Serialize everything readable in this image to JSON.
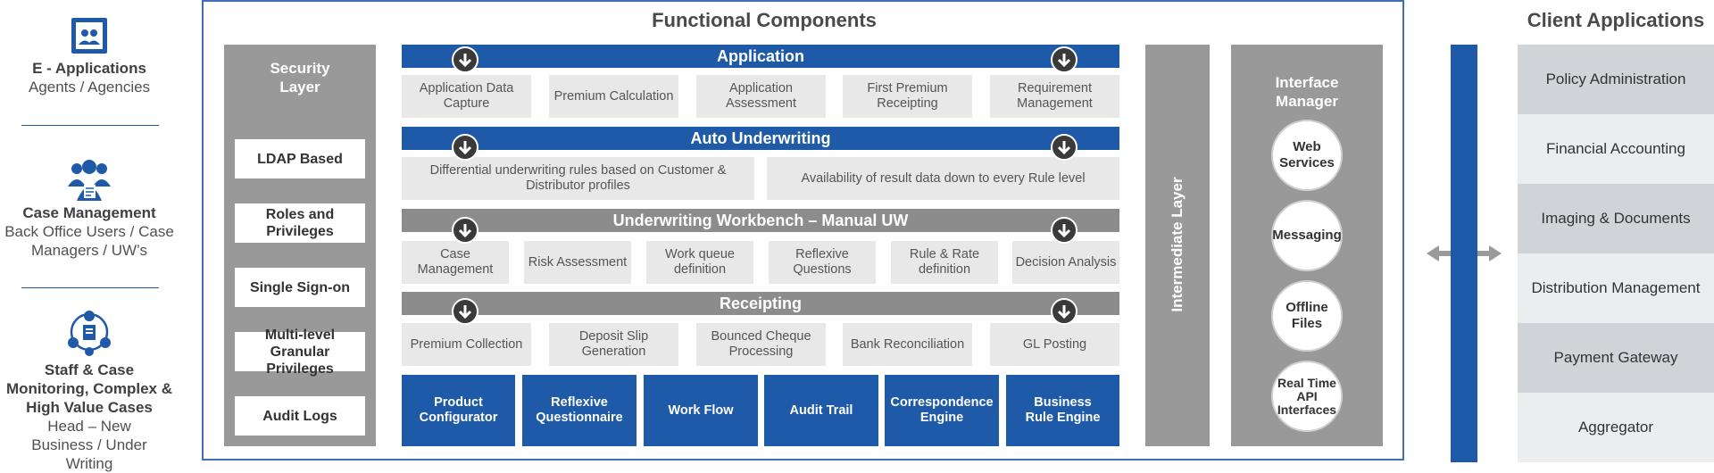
{
  "users": [
    {
      "title": "E - Applications",
      "subtitle": "Agents / Agencies",
      "icon": "contacts-icon"
    },
    {
      "title": "Case Management",
      "subtitle": "Back Office Users / Case Managers / UW’s",
      "icon": "team-icon"
    },
    {
      "title": "Staff & Case Monitoring, Complex & High Value Cases",
      "subtitle": "Head – New Business / Under Writing",
      "icon": "network-icon"
    }
  ],
  "functional_title": "Functional Components",
  "security": {
    "title": "Security Layer",
    "items": [
      "LDAP Based",
      "Roles and Privileges",
      "Single Sign-on",
      "Multi-level Granular Privileges",
      "Audit Logs"
    ]
  },
  "sections": [
    {
      "title": "Application",
      "cells": [
        "Application Data Capture",
        "Premium Calculation",
        "Application Assessment",
        "First Premium Receipting",
        "Requirement Management"
      ]
    },
    {
      "title": "Auto Underwriting",
      "cells": [
        "Differential underwriting rules based on Customer & Distributor profiles",
        "Availability of result data down to every Rule level"
      ]
    },
    {
      "title": "Underwriting Workbench – Manual UW",
      "cells": [
        "Case Management",
        "Risk Assessment",
        "Work queue definition",
        "Reflexive Questions",
        "Rule & Rate definition",
        "Decision Analysis"
      ]
    },
    {
      "title": "Receipting",
      "cells": [
        "Premium Collection",
        "Deposit Slip Generation",
        "Bounced Cheque Processing",
        "Bank Reconciliation",
        "GL Posting"
      ]
    }
  ],
  "modules": [
    "Product Configurator",
    "Reflexive Questionnaire",
    "Work Flow",
    "Audit Trail",
    "Correspondence Engine",
    "Business Rule Engine"
  ],
  "intermediate_layer": "Intermediate Layer",
  "interface_manager": {
    "title": "Interface Manager",
    "items": [
      "Web Services",
      "Messaging",
      "Offline Files",
      "Real Time API Interfaces"
    ]
  },
  "client_title": "Client Applications",
  "clients": [
    "Policy Administration",
    "Financial Accounting",
    "Imaging & Documents",
    "Distribution Management",
    "Payment Gateway",
    "Aggregator"
  ],
  "colors": {
    "accent_blue": "#1e5aa8",
    "panel_gray": "#999999",
    "cell_gray": "#e8e8e8"
  }
}
